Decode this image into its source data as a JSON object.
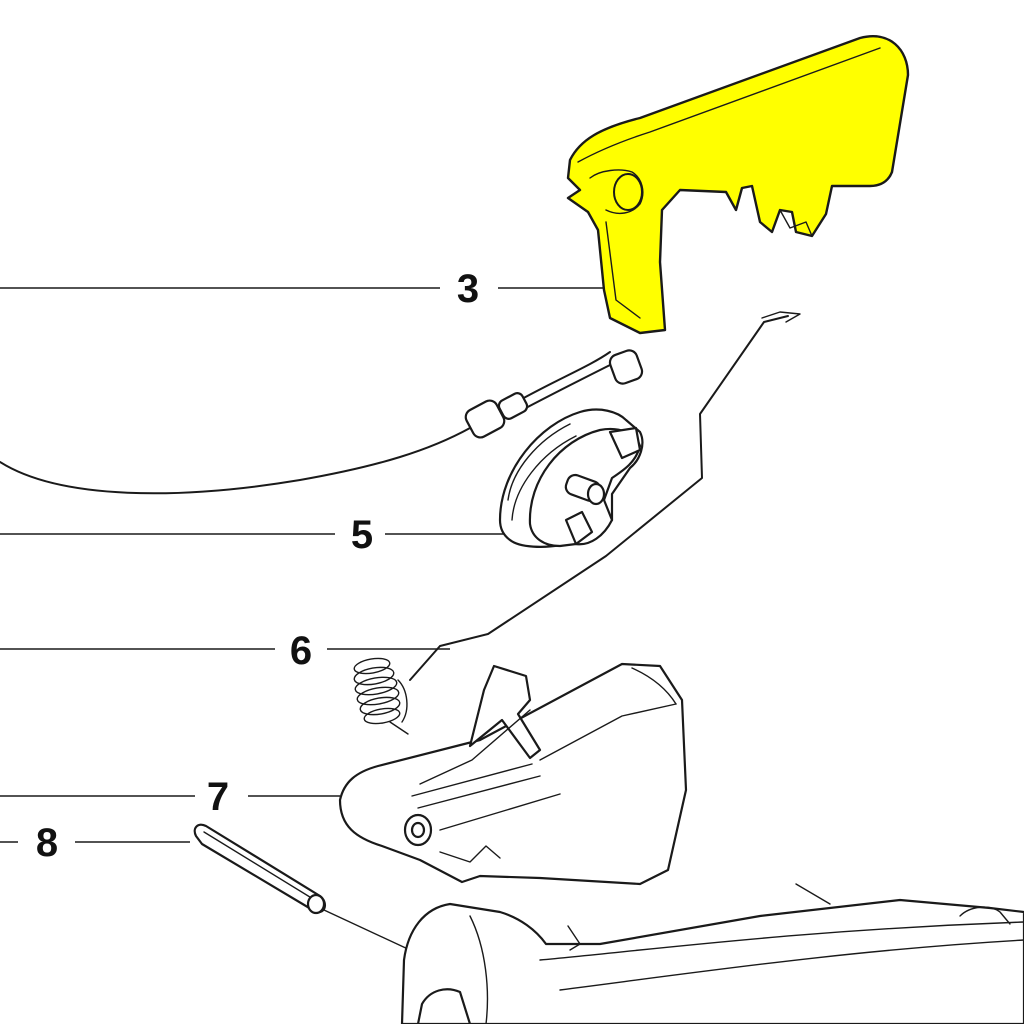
{
  "callouts": [
    {
      "id": "3",
      "label": "3"
    },
    {
      "id": "5",
      "label": "5"
    },
    {
      "id": "6",
      "label": "6"
    },
    {
      "id": "7",
      "label": "7"
    },
    {
      "id": "8",
      "label": "8"
    }
  ],
  "colors": {
    "highlight": "#ffff00",
    "line": "#1a1a1a",
    "background": "#ffffff"
  }
}
